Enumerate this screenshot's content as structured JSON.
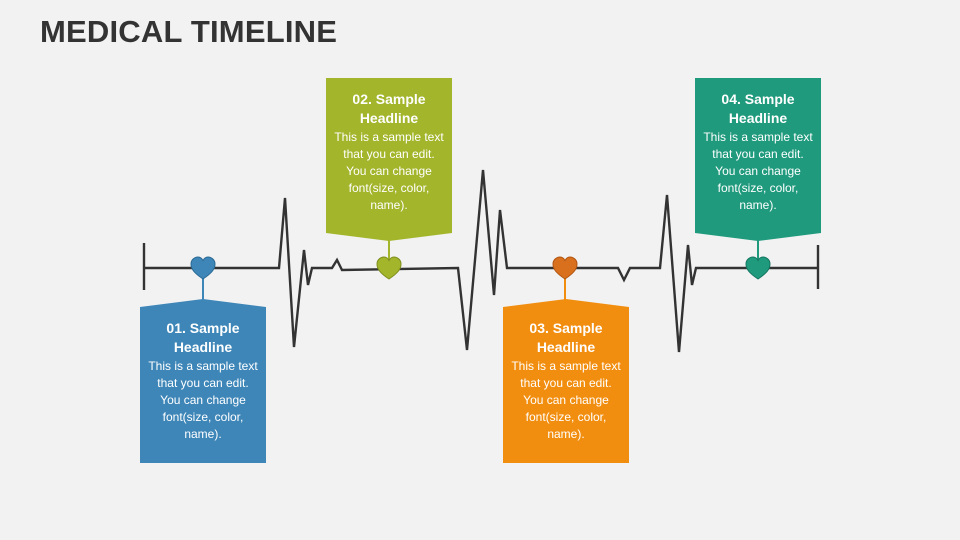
{
  "title": "MEDICAL TIMELINE",
  "items": [
    {
      "headline": "01. Sample Headline",
      "text": "This is a sample text that you can edit. You can change font(size, color, name).",
      "color": "#3e86b8"
    },
    {
      "headline": "02. Sample Headline",
      "text": "This is a sample text that you can edit. You can change font(size, color, name).",
      "color": "#a3b52a"
    },
    {
      "headline": "03. Sample Headline",
      "text": "This is a sample text that you can edit. You can change font(size, color, name).",
      "color": "#f28e0f"
    },
    {
      "headline": "04. Sample Headline",
      "text": "This is a sample text that you can edit. You can change font(size, color, name).",
      "color": "#1f9a7d"
    }
  ],
  "line_color": "#333333",
  "icons": [
    "heart-icon",
    "heart-icon",
    "heart-icon",
    "heart-icon"
  ]
}
